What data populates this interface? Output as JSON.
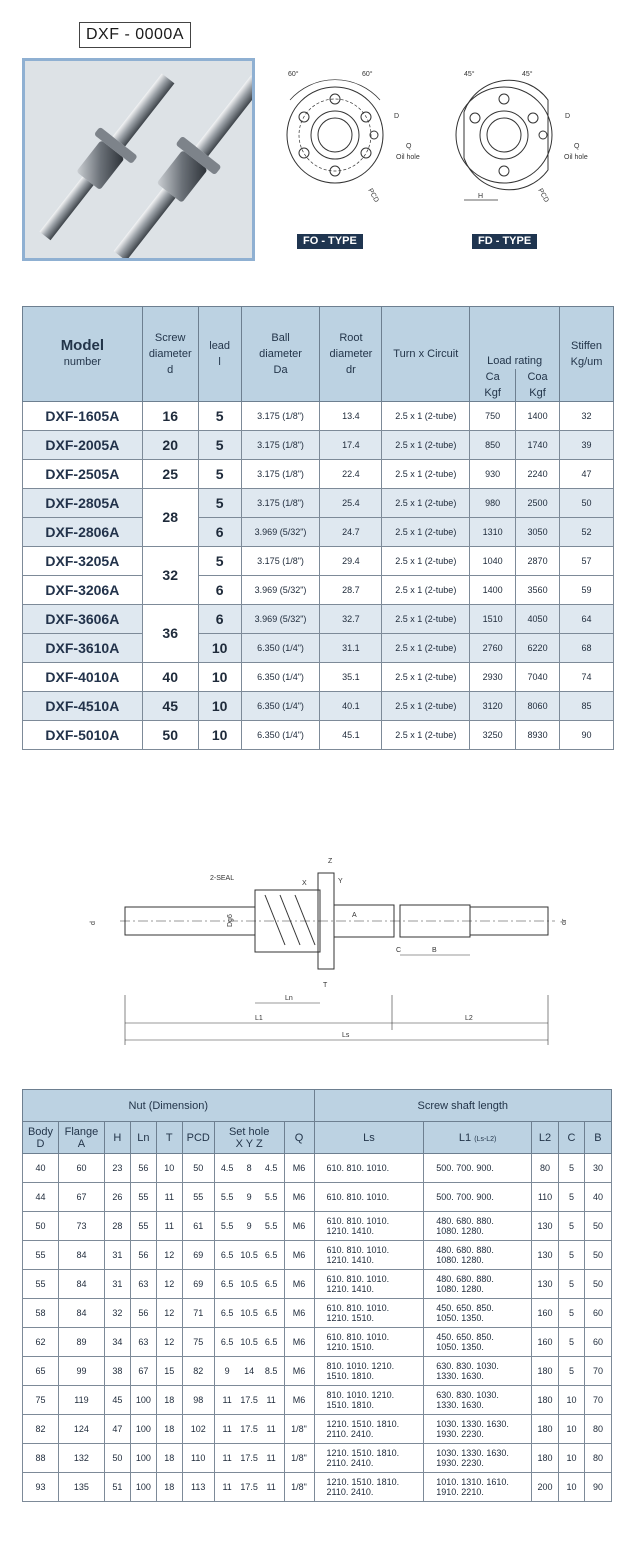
{
  "title": "DXF - 0000A",
  "diagrams": {
    "fo_label": "FO - TYPE",
    "fd_label": "FD - TYPE",
    "fo_angle1": "60°",
    "fo_angle2": "60°",
    "fd_angle1": "45°",
    "fd_angle2": "45°",
    "d_label": "D",
    "q_label": "Q",
    "oil_hole": "Oil hole",
    "pcd_label": "PCD",
    "h_label": "H"
  },
  "spec_table": {
    "headers": {
      "model": "Model",
      "model_sub": "number",
      "screw": "Screw",
      "screw_sub": "diameter",
      "screw_sym": "d",
      "lead": "lead",
      "lead_sym": "l",
      "ball": "Ball",
      "ball_sub": "diameter",
      "ball_sym": "Da",
      "root": "Root",
      "root_sub": "diameter",
      "root_sym": "dr",
      "turn": "Turn x Circuit",
      "load": "Load rating",
      "ca": "Ca",
      "ca_unit": "Kgf",
      "coa": "Coa",
      "coa_unit": "Kgf",
      "stiff": "Stiffen",
      "stiff_unit": "Kg/um"
    },
    "rows": [
      {
        "model": "DXF-1605A",
        "d": "16",
        "l": "5",
        "da": "3.175 (1/8\")",
        "dr": "13.4",
        "tc": "2.5 x 1 (2-tube)",
        "ca": "750",
        "coa": "1400",
        "k": "32"
      },
      {
        "model": "DXF-2005A",
        "d": "20",
        "l": "5",
        "da": "3.175 (1/8\")",
        "dr": "17.4",
        "tc": "2.5 x 1 (2-tube)",
        "ca": "850",
        "coa": "1740",
        "k": "39"
      },
      {
        "model": "DXF-2505A",
        "d": "25",
        "l": "5",
        "da": "3.175 (1/8\")",
        "dr": "22.4",
        "tc": "2.5 x 1 (2-tube)",
        "ca": "930",
        "coa": "2240",
        "k": "47"
      },
      {
        "model": "DXF-2805A",
        "d": "28",
        "l": "5",
        "da": "3.175 (1/8\")",
        "dr": "25.4",
        "tc": "2.5 x 1 (2-tube)",
        "ca": "980",
        "coa": "2500",
        "k": "50"
      },
      {
        "model": "DXF-2806A",
        "d": "",
        "l": "6",
        "da": "3.969 (5/32\")",
        "dr": "24.7",
        "tc": "2.5 x 1 (2-tube)",
        "ca": "1310",
        "coa": "3050",
        "k": "52"
      },
      {
        "model": "DXF-3205A",
        "d": "32",
        "l": "5",
        "da": "3.175 (1/8\")",
        "dr": "29.4",
        "tc": "2.5 x 1 (2-tube)",
        "ca": "1040",
        "coa": "2870",
        "k": "57"
      },
      {
        "model": "DXF-3206A",
        "d": "",
        "l": "6",
        "da": "3.969 (5/32\")",
        "dr": "28.7",
        "tc": "2.5 x 1 (2-tube)",
        "ca": "1400",
        "coa": "3560",
        "k": "59"
      },
      {
        "model": "DXF-3606A",
        "d": "36",
        "l": "6",
        "da": "3.969 (5/32\")",
        "dr": "32.7",
        "tc": "2.5 x 1 (2-tube)",
        "ca": "1510",
        "coa": "4050",
        "k": "64"
      },
      {
        "model": "DXF-3610A",
        "d": "",
        "l": "10",
        "da": "6.350 (1/4\")",
        "dr": "31.1",
        "tc": "2.5 x 1 (2-tube)",
        "ca": "2760",
        "coa": "6220",
        "k": "68"
      },
      {
        "model": "DXF-4010A",
        "d": "40",
        "l": "10",
        "da": "6.350 (1/4\")",
        "dr": "35.1",
        "tc": "2.5 x 1 (2-tube)",
        "ca": "2930",
        "coa": "7040",
        "k": "74"
      },
      {
        "model": "DXF-4510A",
        "d": "45",
        "l": "10",
        "da": "6.350 (1/4\")",
        "dr": "40.1",
        "tc": "2.5 x 1 (2-tube)",
        "ca": "3120",
        "coa": "8060",
        "k": "85"
      },
      {
        "model": "DXF-5010A",
        "d": "50",
        "l": "10",
        "da": "6.350 (1/4\")",
        "dr": "45.1",
        "tc": "2.5 x 1 (2-tube)",
        "ca": "3250",
        "coa": "8930",
        "k": "90"
      }
    ]
  },
  "drawing": {
    "seal": "2-SEAL",
    "d": "d",
    "dg6": "Dg6",
    "a": "A",
    "ln": "Ln",
    "l1": "L1",
    "l2": "L2",
    "ls": "Ls",
    "c": "C",
    "b": "B",
    "t": "T",
    "x": "X",
    "y": "Y",
    "z": "Z",
    "dr": "dr"
  },
  "dim_table": {
    "headers": {
      "nut": "Nut (Dimension)",
      "shaft": "Screw shaft length",
      "body": "Body",
      "body_sym": "D",
      "flange": "Flange",
      "flange_sym": "A",
      "h": "H",
      "ln": "Ln",
      "t": "T",
      "pcd": "PCD",
      "sethole": "Set hole",
      "xyz": "X   Y   Z",
      "q": "Q",
      "ls": "Ls",
      "l1": "L1",
      "l1_sub": "(Ls-L2)",
      "l2": "L2",
      "c": "C",
      "b": "B"
    },
    "rows": [
      {
        "D": "40",
        "A": "60",
        "H": "23",
        "Ln": "56",
        "T": "10",
        "PCD": "50",
        "X": "4.5",
        "Y": "8",
        "Z": "4.5",
        "Q": "M6",
        "Ls1": "610.  810.  1010.",
        "Ls2": "",
        "L11": "500.  700.  900.",
        "L12": "",
        "L2": "80",
        "C": "5",
        "B": "30"
      },
      {
        "D": "44",
        "A": "67",
        "H": "26",
        "Ln": "55",
        "T": "11",
        "PCD": "55",
        "X": "5.5",
        "Y": "9",
        "Z": "5.5",
        "Q": "M6",
        "Ls1": "610.  810.  1010.",
        "Ls2": "",
        "L11": "500.  700.  900.",
        "L12": "",
        "L2": "110",
        "C": "5",
        "B": "40"
      },
      {
        "D": "50",
        "A": "73",
        "H": "28",
        "Ln": "55",
        "T": "11",
        "PCD": "61",
        "X": "5.5",
        "Y": "9",
        "Z": "5.5",
        "Q": "M6",
        "Ls1": "610.  810.  1010.",
        "Ls2": "1210.  1410.",
        "L11": "480.  680.  880.",
        "L12": "1080.  1280.",
        "L2": "130",
        "C": "5",
        "B": "50"
      },
      {
        "D": "55",
        "A": "84",
        "H": "31",
        "Ln": "56",
        "T": "12",
        "PCD": "69",
        "X": "6.5",
        "Y": "10.5",
        "Z": "6.5",
        "Q": "M6",
        "Ls1": "610.  810.  1010.",
        "Ls2": "1210.  1410.",
        "L11": "480.  680.  880.",
        "L12": "1080.  1280.",
        "L2": "130",
        "C": "5",
        "B": "50"
      },
      {
        "D": "55",
        "A": "84",
        "H": "31",
        "Ln": "63",
        "T": "12",
        "PCD": "69",
        "X": "6.5",
        "Y": "10.5",
        "Z": "6.5",
        "Q": "M6",
        "Ls1": "610.  810.  1010.",
        "Ls2": "1210.  1410.",
        "L11": "480.  680.  880.",
        "L12": "1080.  1280.",
        "L2": "130",
        "C": "5",
        "B": "50"
      },
      {
        "D": "58",
        "A": "84",
        "H": "32",
        "Ln": "56",
        "T": "12",
        "PCD": "71",
        "X": "6.5",
        "Y": "10.5",
        "Z": "6.5",
        "Q": "M6",
        "Ls1": "610.  810.  1010.",
        "Ls2": "1210.  1510.",
        "L11": "450.  650.  850.",
        "L12": "1050.  1350.",
        "L2": "160",
        "C": "5",
        "B": "60"
      },
      {
        "D": "62",
        "A": "89",
        "H": "34",
        "Ln": "63",
        "T": "12",
        "PCD": "75",
        "X": "6.5",
        "Y": "10.5",
        "Z": "6.5",
        "Q": "M6",
        "Ls1": "610.  810.  1010.",
        "Ls2": "1210.  1510.",
        "L11": "450.  650.  850.",
        "L12": "1050.  1350.",
        "L2": "160",
        "C": "5",
        "B": "60"
      },
      {
        "D": "65",
        "A": "99",
        "H": "38",
        "Ln": "67",
        "T": "15",
        "PCD": "82",
        "X": "9",
        "Y": "14",
        "Z": "8.5",
        "Q": "M6",
        "Ls1": "810.  1010.  1210.",
        "Ls2": "1510.  1810.",
        "L11": "630.  830.  1030.",
        "L12": "1330.  1630.",
        "L2": "180",
        "C": "5",
        "B": "70"
      },
      {
        "D": "75",
        "A": "119",
        "H": "45",
        "Ln": "100",
        "T": "18",
        "PCD": "98",
        "X": "11",
        "Y": "17.5",
        "Z": "11",
        "Q": "M6",
        "Ls1": "810.  1010.  1210.",
        "Ls2": "1510.  1810.",
        "L11": "630.  830.  1030.",
        "L12": "1330.  1630.",
        "L2": "180",
        "C": "10",
        "B": "70"
      },
      {
        "D": "82",
        "A": "124",
        "H": "47",
        "Ln": "100",
        "T": "18",
        "PCD": "102",
        "X": "11",
        "Y": "17.5",
        "Z": "11",
        "Q": "1/8\"",
        "Ls1": "1210.  1510.  1810.",
        "Ls2": "2110.  2410.",
        "L11": "1030.  1330.  1630.",
        "L12": "1930.  2230.",
        "L2": "180",
        "C": "10",
        "B": "80"
      },
      {
        "D": "88",
        "A": "132",
        "H": "50",
        "Ln": "100",
        "T": "18",
        "PCD": "110",
        "X": "11",
        "Y": "17.5",
        "Z": "11",
        "Q": "1/8\"",
        "Ls1": "1210.  1510.  1810.",
        "Ls2": "2110.  2410.",
        "L11": "1030.  1330.  1630.",
        "L12": "1930.  2230.",
        "L2": "180",
        "C": "10",
        "B": "80"
      },
      {
        "D": "93",
        "A": "135",
        "H": "51",
        "Ln": "100",
        "T": "18",
        "PCD": "113",
        "X": "11",
        "Y": "17.5",
        "Z": "11",
        "Q": "1/8\"",
        "Ls1": "1210.  1510.  1810.",
        "Ls2": "2110.  2410.",
        "L11": "1010.  1310.  1610.",
        "L12": "1910.  2210.",
        "L2": "200",
        "C": "10",
        "B": "90"
      }
    ]
  }
}
